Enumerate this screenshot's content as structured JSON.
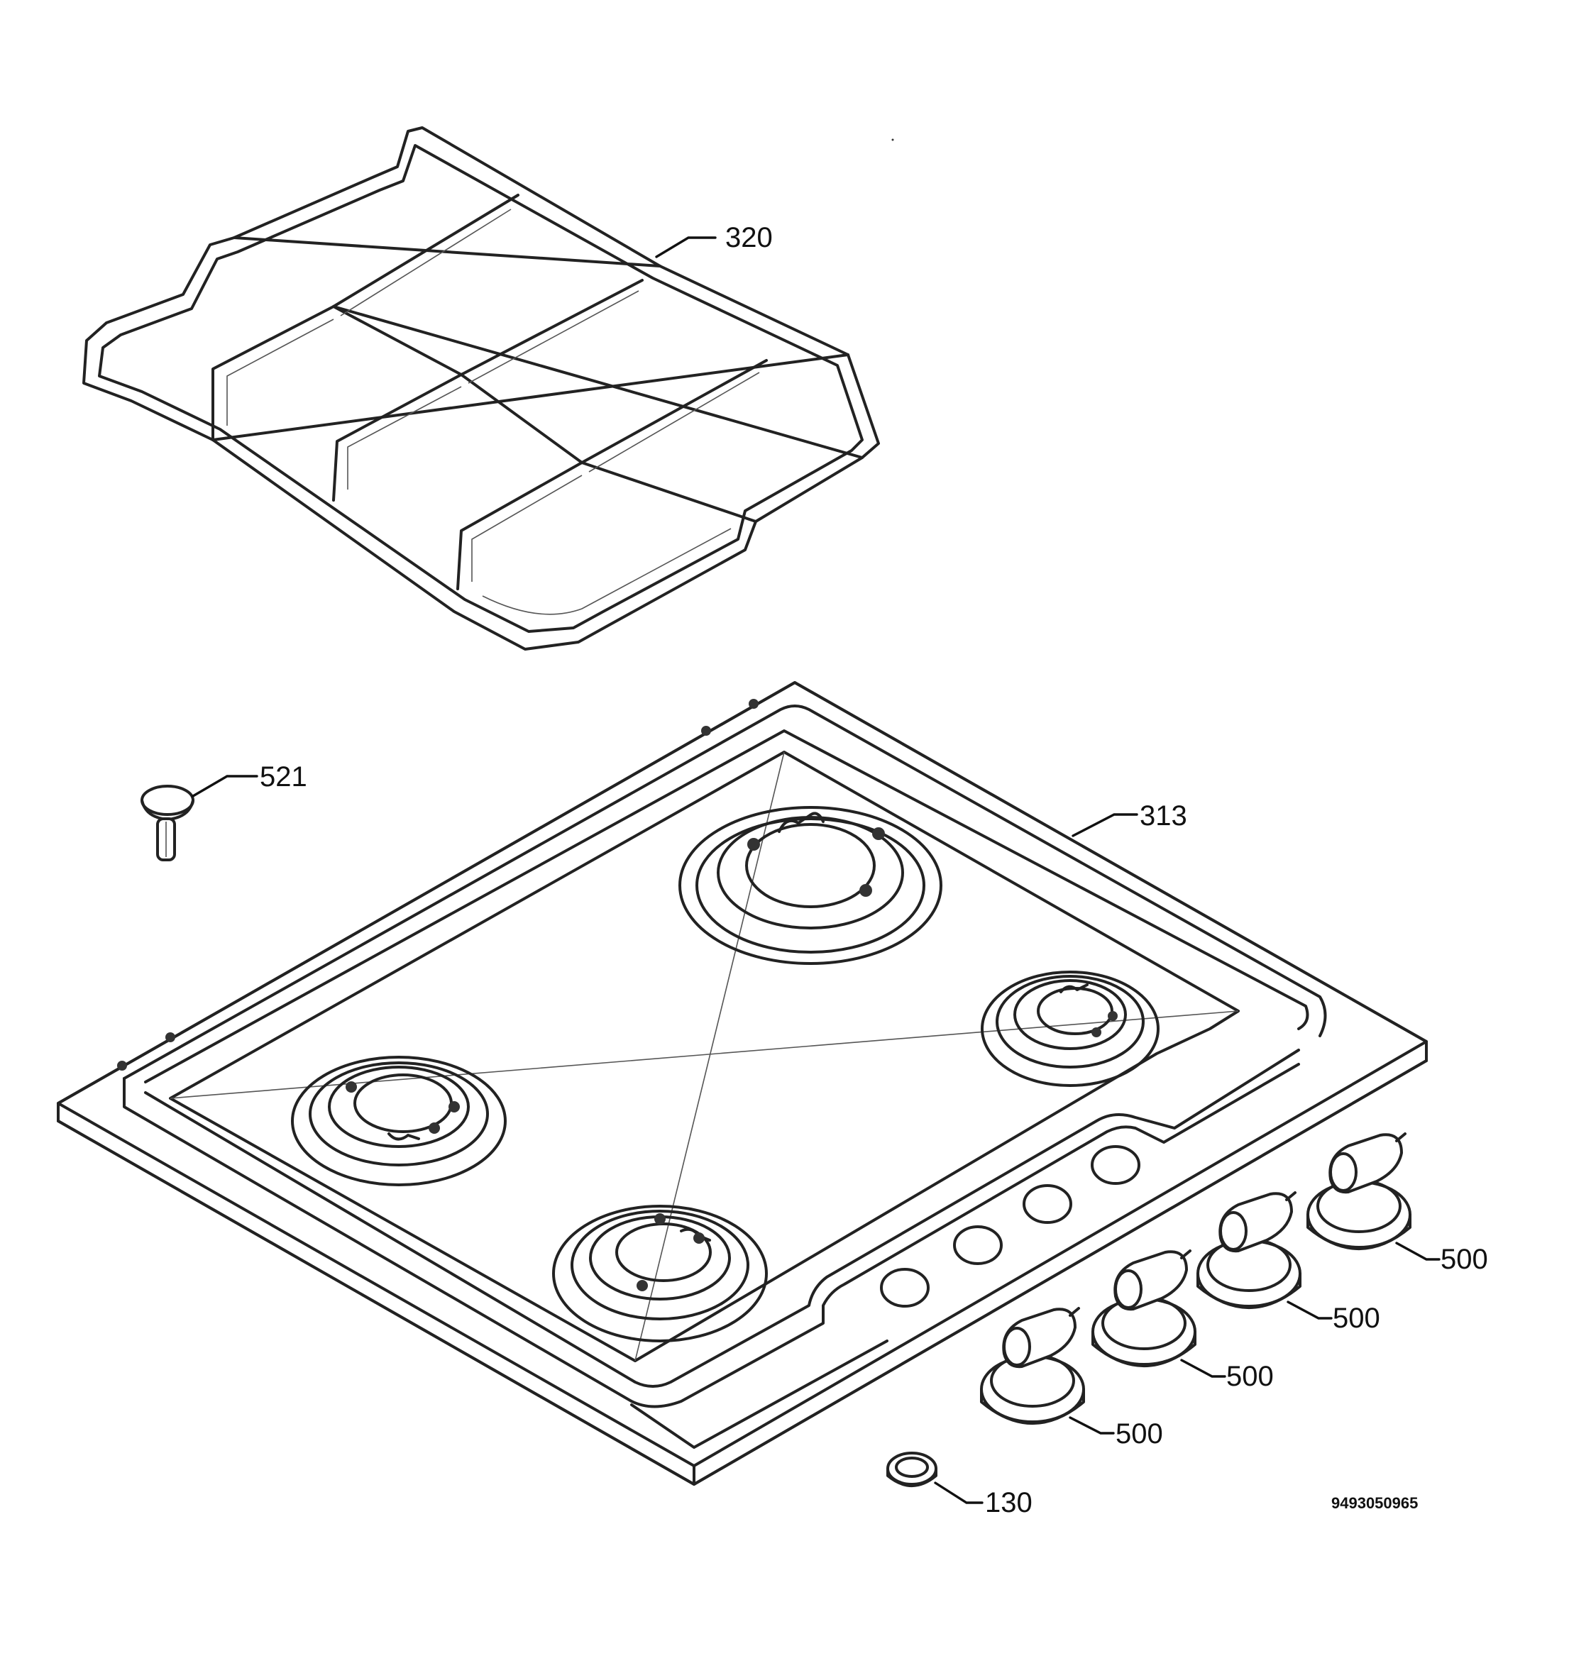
{
  "labels": {
    "grate": "320",
    "cap": "521",
    "hob": "313",
    "knob1": "500",
    "knob2": "500",
    "knob3": "500",
    "knob4": "500",
    "seal": "130"
  },
  "drawing_number": "9493050965"
}
